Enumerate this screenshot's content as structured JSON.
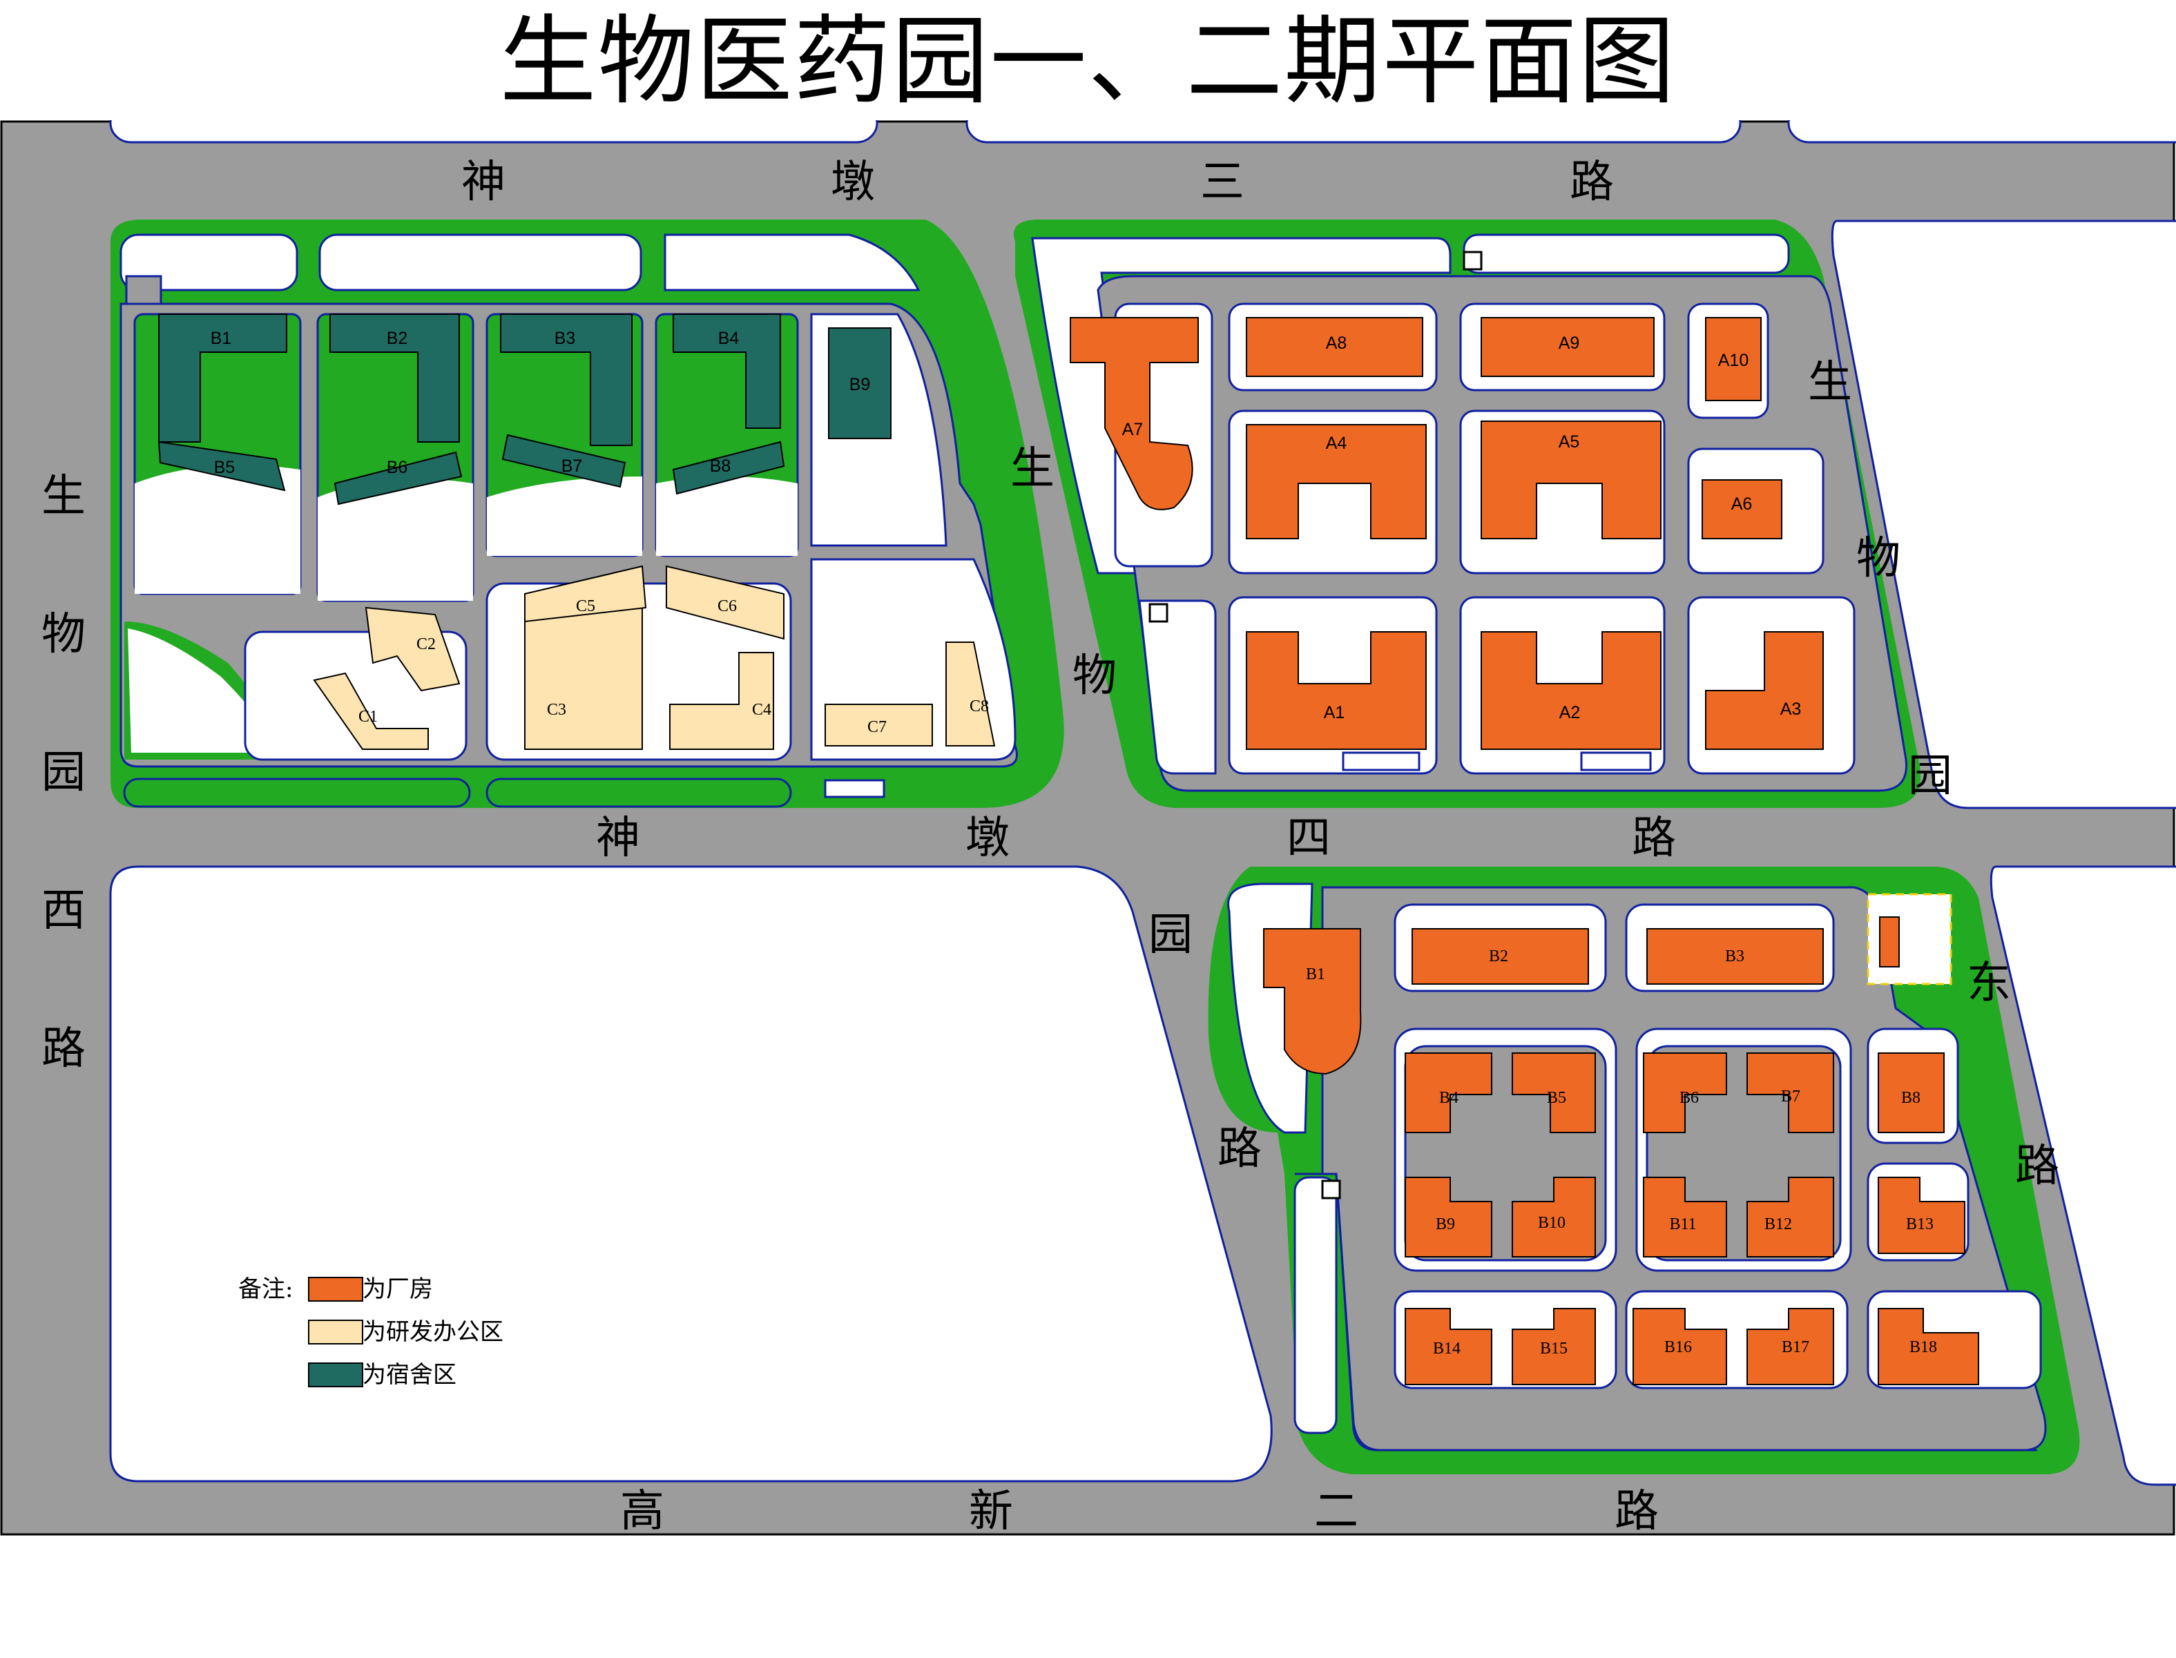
{
  "title": "生物医药园一、二期平面图",
  "colors": {
    "road": "#9c9c9c",
    "green": "#22aa22",
    "factory": "#ee6a24",
    "office": "#fde4b0",
    "dormitory": "#1f6b62",
    "outline": "#1020a0",
    "plot": "#ffffff"
  },
  "roads": {
    "north": [
      "神",
      "墩",
      "三",
      "路"
    ],
    "middle": [
      "神",
      "墩",
      "四",
      "路"
    ],
    "south": [
      "高",
      "新",
      "二",
      "路"
    ],
    "west": [
      "生",
      "物",
      "园",
      "西",
      "路"
    ],
    "center_upper": [
      "生",
      "物"
    ],
    "center_lower": [
      "园",
      "路"
    ],
    "east_upper": [
      "生",
      "物",
      "园"
    ],
    "east_lower": [
      "东",
      "路"
    ]
  },
  "buildings": {
    "dorm": [
      "B1",
      "B2",
      "B3",
      "B4",
      "B5",
      "B6",
      "B7",
      "B8",
      "B9"
    ],
    "office": [
      "C1",
      "C2",
      "C3",
      "C4",
      "C5",
      "C6",
      "C7",
      "C8"
    ],
    "factory_a": [
      "A1",
      "A2",
      "A3",
      "A4",
      "A5",
      "A6",
      "A7",
      "A8",
      "A9",
      "A10"
    ],
    "factory_b": [
      "B1",
      "B2",
      "B3",
      "B4",
      "B5",
      "B6",
      "B7",
      "B8",
      "B9",
      "B10",
      "B11",
      "B12",
      "B13",
      "B14",
      "B15",
      "B16",
      "B17",
      "B18"
    ]
  },
  "legend": {
    "heading": "备注:",
    "items": [
      {
        "label": "为厂房",
        "color": "#ee6a24"
      },
      {
        "label": "为研发办公区",
        "color": "#fde4b0"
      },
      {
        "label": "为宿舍区",
        "color": "#1f6b62"
      }
    ]
  }
}
